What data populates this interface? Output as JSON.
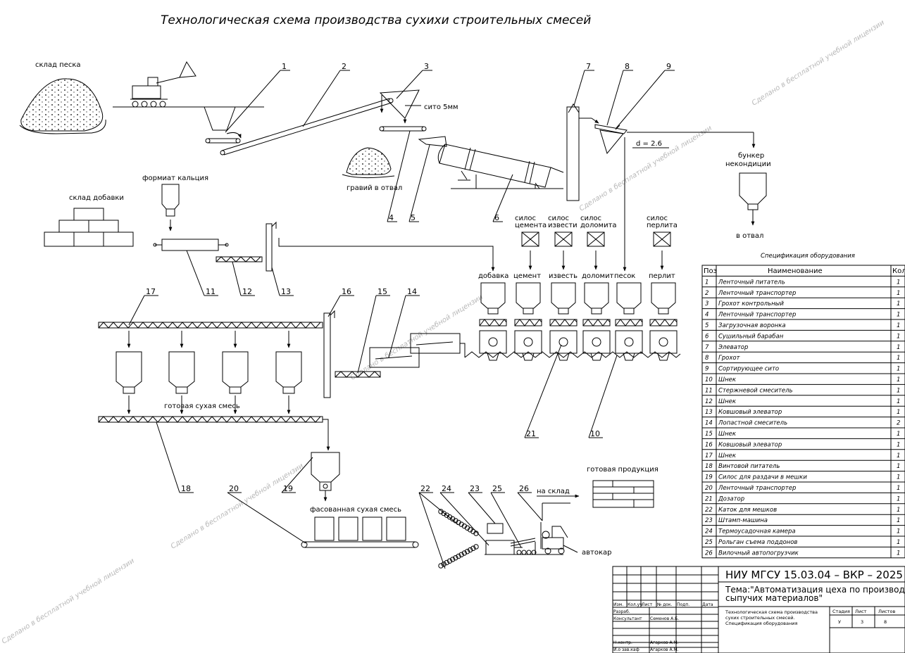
{
  "title": "Технологическая схема производства сухихи строительных смесей",
  "labels": {
    "sand_store": "склад песка",
    "sieve": "сито 5мм",
    "gravel_dump": "гравий в отвал",
    "d_value": "d = 2.6",
    "reject_bunker": "бункер\nнекондиции",
    "to_dump": "в отвал",
    "additive_store": "склад добавки",
    "calcium_formate": "формиат кальция",
    "ready_mix": "готовая сухая смесь",
    "packed_mix": "фасованная сухая смесь",
    "finished_product": "готовая продукция",
    "to_warehouse": "на склад",
    "forklift": "автокар"
  },
  "silos": [
    {
      "id": "cement",
      "top": "силос\nцемента",
      "bin": "цемент"
    },
    {
      "id": "lime",
      "top": "силос\nизвести",
      "bin": "известь"
    },
    {
      "id": "dolomite",
      "top": "силос\nдоломита",
      "bin": "доломит"
    },
    {
      "id": "perlite",
      "top": "силос\nперлита",
      "bin": "перлит"
    }
  ],
  "bins": [
    "добавка",
    "цемент",
    "известь",
    "доломит",
    "песок",
    "перлит"
  ],
  "callouts": [
    "1",
    "2",
    "3",
    "4",
    "5",
    "6",
    "7",
    "8",
    "9",
    "10",
    "11",
    "12",
    "13",
    "14",
    "15",
    "16",
    "17",
    "18",
    "19",
    "20",
    "21",
    "22",
    "23",
    "24",
    "25",
    "26"
  ],
  "spec": {
    "caption": "Спецификация оборудования",
    "headers": [
      "Поз",
      "Наименование",
      "Кол"
    ],
    "rows": [
      [
        "1",
        "Ленточный питатель",
        "1"
      ],
      [
        "2",
        "Ленточный транспортер",
        "1"
      ],
      [
        "3",
        "Грохот контрольный",
        "1"
      ],
      [
        "4",
        "Ленточный транспортер",
        "1"
      ],
      [
        "5",
        "Загрузочная воронка",
        "1"
      ],
      [
        "6",
        "Сушильный барабан",
        "1"
      ],
      [
        "7",
        "Элеватор",
        "1"
      ],
      [
        "8",
        "Грохот",
        "1"
      ],
      [
        "9",
        "Сортирующее сито",
        "1"
      ],
      [
        "10",
        "Шнек",
        "1"
      ],
      [
        "11",
        "Стержневой смеситель",
        "1"
      ],
      [
        "12",
        "Шнек",
        "1"
      ],
      [
        "13",
        "Ковшовый элеватор",
        "1"
      ],
      [
        "14",
        "Лопастной смеситель",
        "2"
      ],
      [
        "15",
        "Шнек",
        "1"
      ],
      [
        "16",
        "Ковшовый элеватор",
        "1"
      ],
      [
        "17",
        "Шнек",
        "1"
      ],
      [
        "18",
        "Винтовой питатель",
        "1"
      ],
      [
        "19",
        "Силос для раздачи в мешки",
        "1"
      ],
      [
        "20",
        "Ленточный транспортер",
        "1"
      ],
      [
        "21",
        "Дозатор",
        "1"
      ],
      [
        "22",
        "Каток для мешков",
        "1"
      ],
      [
        "23",
        "Штамп-машина",
        "1"
      ],
      [
        "24",
        "Термоусадочная камера",
        "1"
      ],
      [
        "25",
        "Рольган съема поддонов",
        "1"
      ],
      [
        "26",
        "Вилочный автопогрузчик",
        "1"
      ]
    ]
  },
  "stamp": {
    "code": "НИУ МГСУ 15.03.04 – ВКР – 2025",
    "theme": "Тема:\"Автоматизация цеха по производству\nсыпучих материалов\"",
    "sheet_title": "Технологическая схема производства\nсухих строительных смесей.\nСпецификация оборудования",
    "cols": [
      "Изм.",
      "Кол.уч",
      "Лист",
      "№ док.",
      "Подп.",
      "Дата"
    ],
    "roles": [
      {
        "role": "Разраб.",
        "name": ""
      },
      {
        "role": "Консультант",
        "name": "Семенов А.Б."
      },
      {
        "role": "Н.контр.",
        "name": "Агарков А.М."
      },
      {
        "role": "И.о зав.каф",
        "name": "Агарков А.М."
      }
    ],
    "stage_headers": [
      "Стадия",
      "Лист",
      "Листов"
    ],
    "stage_values": [
      "У",
      "3",
      "8"
    ]
  },
  "watermark": "Сделано в бесплатной учебной лицензии"
}
